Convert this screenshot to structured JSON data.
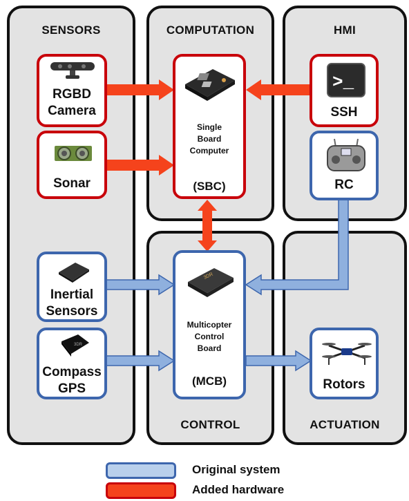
{
  "panels": {
    "sensors": "SENSORS",
    "computation": "COMPUTATION",
    "hmi": "HMI",
    "control": "CONTROL",
    "actuation": "ACTUATION"
  },
  "boxes": {
    "rgbd_line1": "RGBD",
    "rgbd_line2": "Camera",
    "sonar": "Sonar",
    "sbc_line1": "Single",
    "sbc_line2": "Board",
    "sbc_line3": "Computer",
    "sbc_abbr": "(SBC)",
    "ssh": "SSH",
    "rc": "RC",
    "inertial_line1": "Inertial",
    "inertial_line2": "Sensors",
    "compass_line1": "Compass",
    "compass_line2": "GPS",
    "mcb_line1": "Multicopter",
    "mcb_line2": "Control",
    "mcb_line3": "Board",
    "mcb_abbr": "(MCB)",
    "rotors": "Rotors"
  },
  "legend": {
    "original": "Original system",
    "added": "Added hardware"
  },
  "colors": {
    "added_border": "#c8000a",
    "added_arrow": "#f5431c",
    "original_border": "#3d66ad",
    "original_arrow": "#8fb0de",
    "panel_fill": "#e3e3e3"
  }
}
